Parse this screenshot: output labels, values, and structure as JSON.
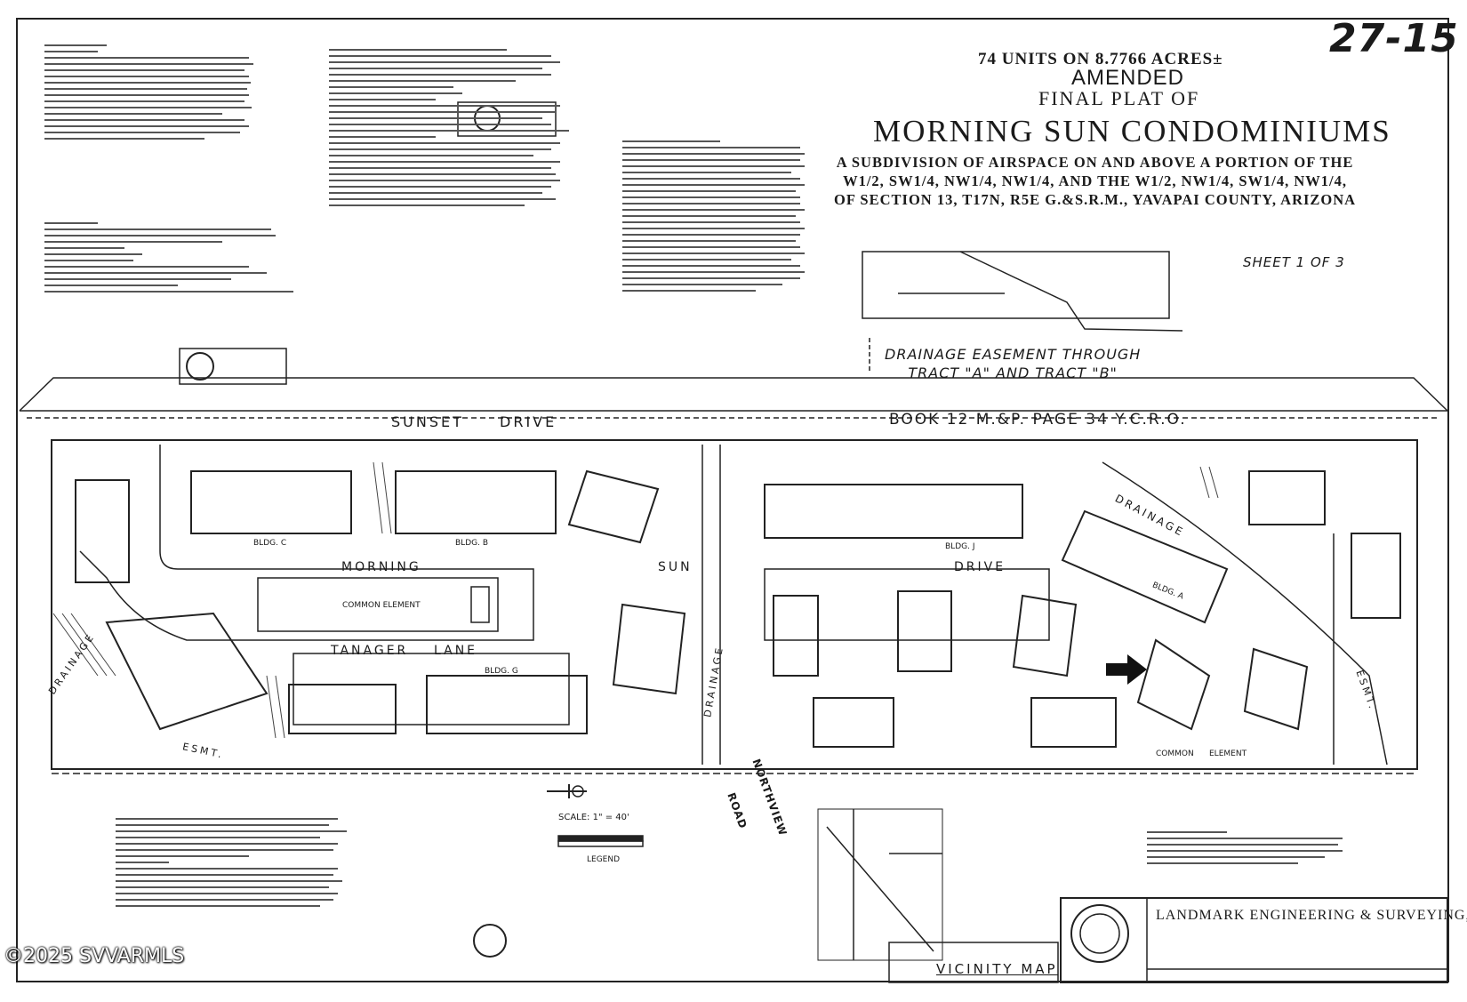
{
  "handwritten_number": "27-15",
  "title": {
    "units": "74 UNITS ON 8.7766 ACRES±",
    "amended": "AMENDED",
    "final_plat": "FINAL PLAT OF",
    "name": "MORNING SUN CONDOMINIUMS",
    "subtitle_line1": "A SUBDIVISION OF AIRSPACE ON AND ABOVE A PORTION OF THE",
    "subtitle_line2": "W1/2, SW1/4, NW1/4, NW1/4, AND THE W1/2, NW1/4, SW1/4, NW1/4,",
    "subtitle_line3": "OF SECTION 13, T17N, R5E G.&S.R.M., YAVAPAI COUNTY, ARIZONA"
  },
  "sheet_label": "SHEET 1 OF 3",
  "drainage_easement": {
    "line1": "DRAINAGE EASEMENT THROUGH",
    "line2": "TRACT \"A\" AND TRACT \"B\""
  },
  "streets": {
    "sunset_1": "SUNSET",
    "sunset_2": "DRIVE",
    "book_ref": "BOOK 12 M.&P. PAGE 34 Y.C.R.O.",
    "morning": "MORNING",
    "sun": "SUN",
    "drive": "DRIVE",
    "tanager": "TANAGER",
    "lane": "LANE",
    "drainage_1": "DRAINAGE",
    "drainage_2": "DRAINAGE",
    "drainage_3": "DRAINAGE",
    "esmt": "ESMT.",
    "esmt_2": "ESMT.",
    "northview": "NORTHVIEW",
    "road": "ROAD"
  },
  "buildings": {
    "bldg_c": "BLDG. C",
    "bldg_b": "BLDG. B",
    "bldg_j": "BLDG. J",
    "bldg_g": "BLDG. G",
    "bldg_a": "BLDG. A"
  },
  "common": {
    "common_element": "COMMON ELEMENT",
    "element": "ELEMENT",
    "common": "COMMON"
  },
  "scale_label": "SCALE: 1\" = 40'",
  "legend_label": "LEGEND",
  "company": "LANDMARK ENGINEERING & SURVEYING, INC.",
  "vicinity_map": "VICINITY MAP",
  "watermark": "©2025 SVVARMLS",
  "colors": {
    "ink": "#1a1a1a",
    "paper": "#ffffff"
  }
}
